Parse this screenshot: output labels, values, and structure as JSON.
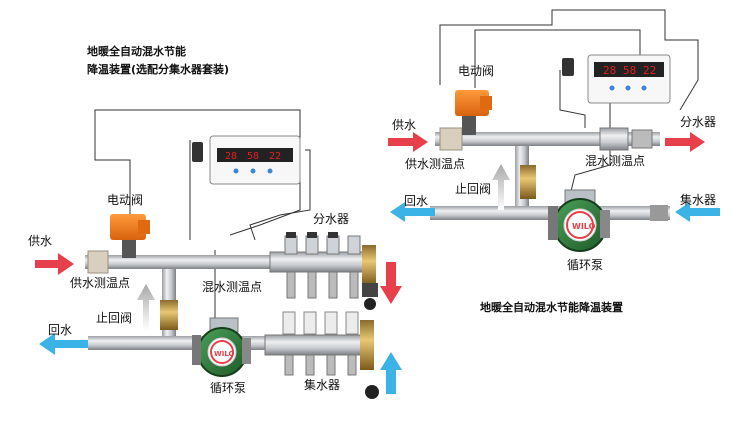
{
  "left_system": {
    "title_line1": "地暖全自动混水节能",
    "title_line2": "降温装置(选配分集水器套装)",
    "labels": {
      "electric_valve": "电动阀",
      "supply_water": "供水",
      "supply_temp_point": "供水测温点",
      "mixed_temp_point": "混水测温点",
      "check_valve": "止回阀",
      "return_water": "回水",
      "circulation_pump": "循环泵",
      "distributor": "分水器",
      "collector": "集水器"
    },
    "controller_display": [
      "28",
      "58",
      "22"
    ]
  },
  "right_system": {
    "title": "地暖全自动混水节能降温装置",
    "labels": {
      "electric_valve": "电动阀",
      "supply_water": "供水",
      "supply_temp_point": "供水测温点",
      "mixed_temp_point": "混水测温点",
      "check_valve": "止回阀",
      "return_water": "回水",
      "circulation_pump": "循环泵",
      "distributor_out": "分水器",
      "collector_in": "集水器"
    },
    "controller_display": [
      "28",
      "58",
      "22"
    ]
  },
  "colors": {
    "supply_arrow": "#e8404a",
    "return_arrow": "#3bb3e6",
    "valve_actuator": "#f07b1c",
    "pump_body": "#2f7a3c",
    "display_red": "#e02020"
  }
}
